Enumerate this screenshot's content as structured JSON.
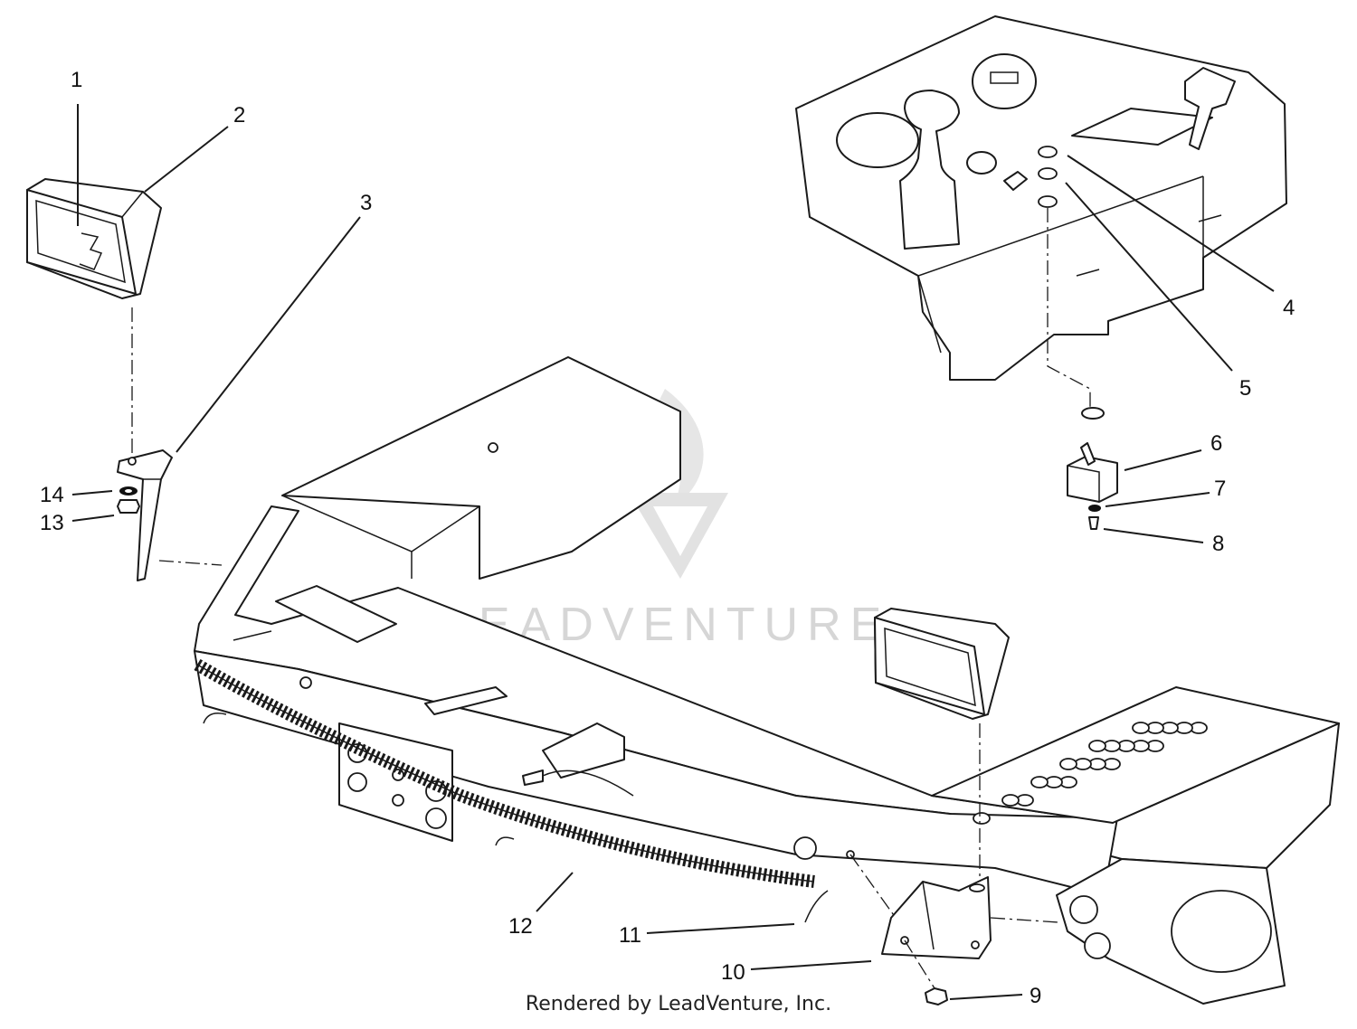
{
  "watermark": {
    "text": "LEADVENTURE"
  },
  "credit": "Rendered by LeadVenture, Inc.",
  "callouts": [
    {
      "label": "1"
    },
    {
      "label": "2"
    },
    {
      "label": "3"
    },
    {
      "label": "4"
    },
    {
      "label": "5"
    },
    {
      "label": "6"
    },
    {
      "label": "7"
    },
    {
      "label": "8"
    },
    {
      "label": "9"
    },
    {
      "label": "10"
    },
    {
      "label": "11"
    },
    {
      "label": "12"
    },
    {
      "label": "13"
    },
    {
      "label": "14"
    }
  ]
}
